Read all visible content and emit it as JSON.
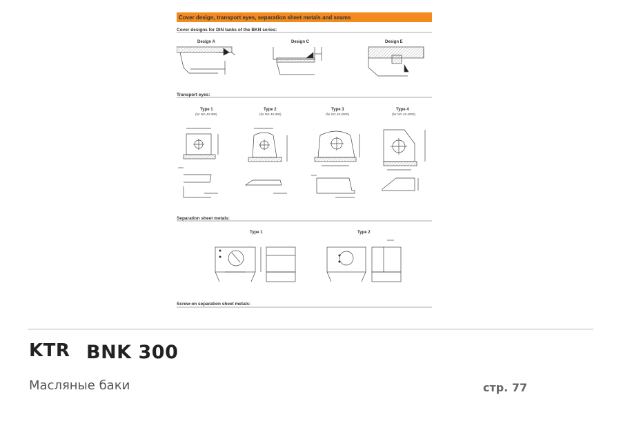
{
  "document": {
    "header_bar": "Cover design, transport eyes, separation sheet metals and seams",
    "section_cover": "Cover designs for DIN tanks of the BKN series:",
    "design_a": "Design A",
    "design_c": "Design C",
    "design_e": "Design E",
    "section_transport": "Transport eyes:",
    "type1": "Type 1",
    "type1_sub": "(for NG 40-300)",
    "type2": "Type 2",
    "type2_sub": "(for NG 40-300)",
    "type3": "Type 3",
    "type3_sub": "(for NG 40-2000)",
    "type4": "Type 4",
    "type4_sub": "(for NG 40-2000)",
    "section_separation": "Separation sheet metals:",
    "sep_type1": "Type 1",
    "sep_type2": "Type 2",
    "section_screw": "Screw-on separation sheet metals:"
  },
  "footer": {
    "brand": "KTR",
    "model": "BNK 300",
    "subtitle": "Масляные баки",
    "page": "стр. 77"
  },
  "colors": {
    "accent": "#f28a1e",
    "separator": "#e2e2e2"
  }
}
